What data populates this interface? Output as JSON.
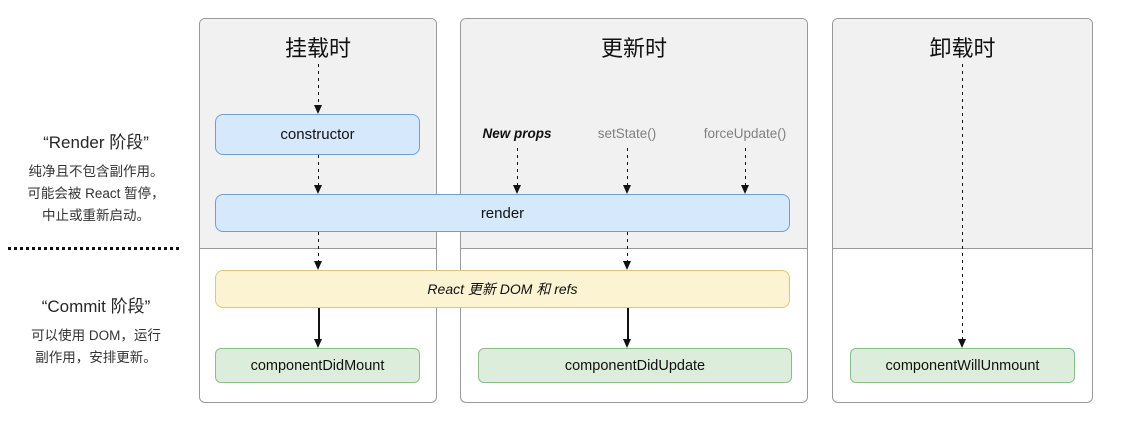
{
  "sidebar": {
    "render_phase": {
      "title": "“Render 阶段”",
      "line1": "纯净且不包含副作用。",
      "line2": "可能会被 React 暂停，",
      "line3": "中止或重新启动。"
    },
    "commit_phase": {
      "title": "“Commit 阶段”",
      "line1": "可以使用 DOM，运行",
      "line2": "副作用，安排更新。"
    }
  },
  "columns": {
    "mounting": {
      "title": "挂载时"
    },
    "updating": {
      "title": "更新时",
      "triggers": {
        "new_props": "New props",
        "set_state": "setState()",
        "force_update": "forceUpdate()"
      }
    },
    "unmounting": {
      "title": "卸载时"
    }
  },
  "boxes": {
    "constructor": "constructor",
    "render": "render",
    "react_updates": "React 更新 DOM 和 refs",
    "component_did_mount": "componentDidMount",
    "component_did_update": "componentDidUpdate",
    "component_will_unmount": "componentWillUnmount"
  },
  "colors": {
    "render_phase_bg": "#f1f1f1",
    "commit_phase_bg": "#ffffff",
    "panel_border": "#999999",
    "lifecycle_box_fill": "#d6e9fc",
    "lifecycle_box_border": "#6d9fd3",
    "react_dom_box_fill": "#fcf3d2",
    "react_dom_box_border": "#dfc57f",
    "effect_box_fill": "#dceddb",
    "effect_box_border": "#8cbc8c",
    "muted_label": "#808080",
    "arrow": "#111111"
  }
}
